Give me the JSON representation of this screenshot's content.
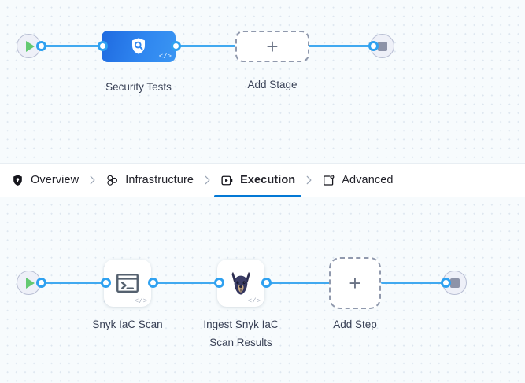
{
  "tabs": [
    {
      "label": "Overview",
      "icon": "shield-icon",
      "active": false
    },
    {
      "label": "Infrastructure",
      "icon": "cluster-nodes-icon",
      "active": false
    },
    {
      "label": "Execution",
      "icon": "play-box-icon",
      "active": true
    },
    {
      "label": "Advanced",
      "icon": "document-gear-icon",
      "active": false
    }
  ],
  "separator_icon": "chevron-right-icon",
  "stage_graph": {
    "start_icon": "play-icon",
    "end_icon": "stop-icon",
    "stage": {
      "label": "Security Tests",
      "icon": "shield-magnifier-icon",
      "code_glyph": "</>"
    },
    "add_stage": {
      "label": "Add Stage",
      "icon": "plus-icon"
    }
  },
  "step_graph": {
    "start_icon": "play-icon",
    "end_icon": "stop-icon",
    "steps": [
      {
        "label": "Snyk IaC Scan",
        "icon": "terminal-icon",
        "code_glyph": "</>"
      },
      {
        "label": "Ingest Snyk IaC\nScan Results",
        "icon": "snyk-doberman-icon",
        "code_glyph": "</>"
      }
    ],
    "add_step": {
      "label": "Add Step",
      "icon": "plus-icon"
    }
  },
  "colors": {
    "connector": "#41a9f0",
    "active_tab_underline": "#0278d5",
    "stage_node": "#2f86f0",
    "start_play": "#63c971",
    "end_stop": "#8d93a8",
    "canvas_bg": "#f7fbfd"
  }
}
